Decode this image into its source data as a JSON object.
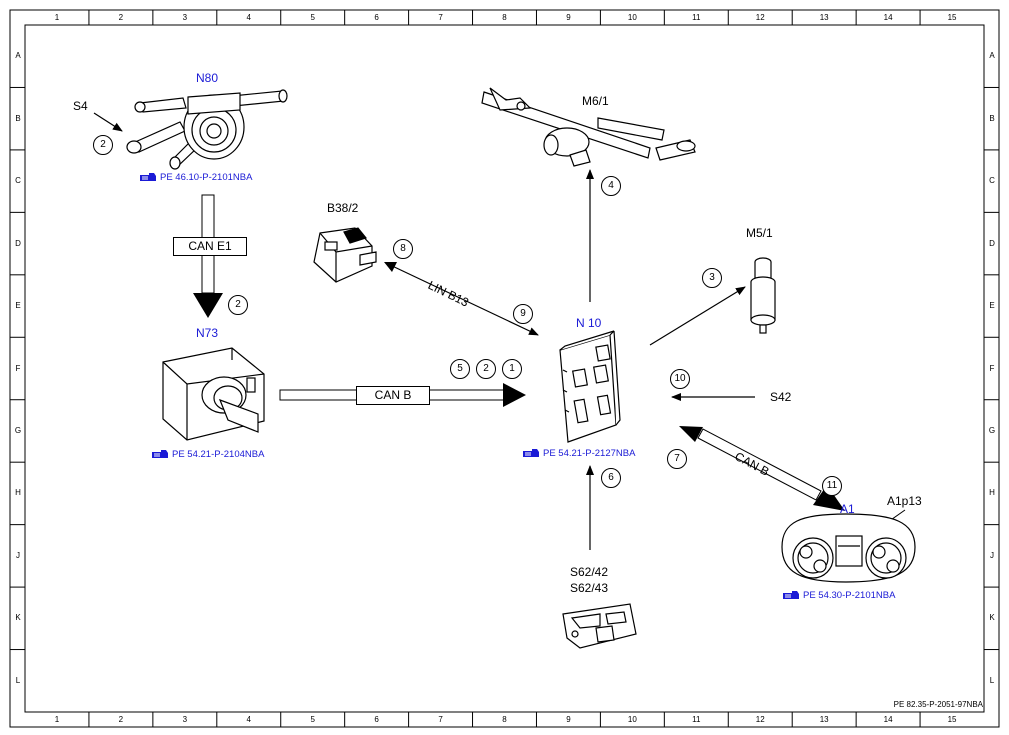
{
  "grid": {
    "columns": [
      "1",
      "2",
      "3",
      "4",
      "5",
      "6",
      "7",
      "8",
      "9",
      "10",
      "11",
      "12",
      "13",
      "14",
      "15"
    ],
    "rows": [
      "A",
      "B",
      "C",
      "D",
      "E",
      "F",
      "G",
      "H",
      "J",
      "K",
      "L"
    ]
  },
  "components": {
    "n80": "N80",
    "s4": "S4",
    "n73": "N73",
    "b38_2": "B38/2",
    "m6_1": "M6/1",
    "m5_1": "M5/1",
    "n10": "N 10",
    "s42": "S42",
    "a1": "A1",
    "a1p13": "A1p13",
    "s62_42": "S62/42",
    "s62_43": "S62/43"
  },
  "references": {
    "n80_ref": "PE 46.10-P-2101NBA",
    "n73_ref": "PE 54.21-P-2104NBA",
    "n10_ref": "PE 54.21-P-2127NBA",
    "a1_ref": "PE 54.30-P-2101NBA"
  },
  "buses": {
    "can_e1": "CAN E1",
    "can_b_left": "CAN B",
    "lin_b13": "LIN B13",
    "can_b_right": "CAN B"
  },
  "callouts": {
    "c2_s4": "2",
    "c2_n73": "2",
    "c8": "8",
    "c9": "9",
    "c4": "4",
    "c3": "3",
    "c5": "5",
    "c2_can": "2",
    "c1": "1",
    "c10": "10",
    "c7": "7",
    "c6": "6",
    "c11": "11"
  },
  "doc_number": "PE 82.35-P-2051-97NBA",
  "colors": {
    "line": "#000000",
    "blue_label": "#1a1ad6"
  }
}
